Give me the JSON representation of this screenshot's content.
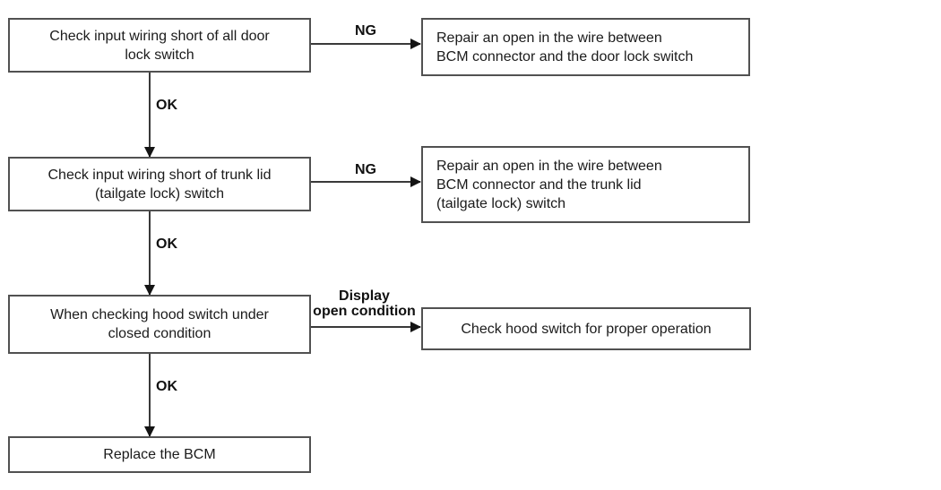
{
  "diagram": {
    "type": "flowchart",
    "background_color": "#ffffff",
    "box_border_color": "#515151",
    "line_color": "#3a3a3a",
    "text_color": "#1b1b1b",
    "nodes": {
      "check_door_lock": {
        "lines": [
          "Check input wiring short of all door",
          "lock switch"
        ]
      },
      "repair_door_lock": {
        "lines": [
          "Repair an open in the wire between",
          "BCM connector and the door lock switch"
        ]
      },
      "check_trunk_lid": {
        "lines": [
          "Check input wiring short of trunk lid",
          "(tailgate lock) switch"
        ]
      },
      "repair_trunk_lid": {
        "lines": [
          "Repair an open in the wire between",
          "BCM connector and the trunk lid",
          "(tailgate lock) switch"
        ]
      },
      "check_hood_closed": {
        "lines": [
          "When checking hood switch under",
          "closed condition"
        ]
      },
      "check_hood_operation": {
        "lines": [
          "Check hood switch for proper operation"
        ]
      },
      "replace_bcm": {
        "lines": [
          "Replace the BCM"
        ]
      }
    },
    "edge_labels": {
      "ng_door_lock": "NG",
      "ok_door_lock": "OK",
      "ng_trunk_lid": "NG",
      "ok_trunk_lid": "OK",
      "display_line1": "Display",
      "display_line2": "open condition",
      "ok_hood": "OK"
    }
  }
}
